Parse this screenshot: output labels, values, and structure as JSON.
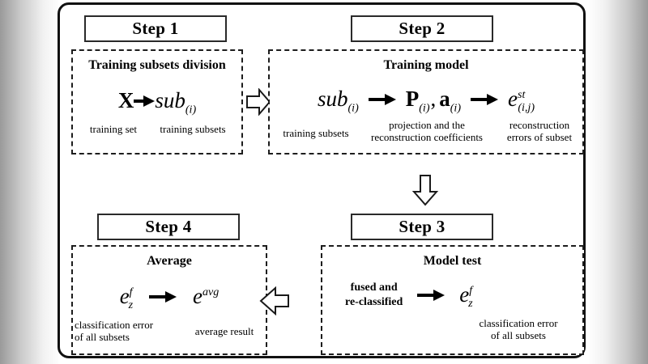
{
  "diagram": {
    "title": "Four-step training and classification flowchart",
    "steps": [
      {
        "id": "step1",
        "header": "Step 1",
        "panel_title": "Training subsets division",
        "formula": [
          {
            "kind": "symbol",
            "base": "X",
            "style": "bold-roman",
            "sup": "",
            "sub": ""
          },
          {
            "kind": "arrow",
            "direction": "right",
            "style": "solid"
          },
          {
            "kind": "symbol",
            "base": "sub",
            "style": "italic",
            "sup": "",
            "sub": "(i)"
          }
        ],
        "captions": [
          "training set",
          "training subsets"
        ]
      },
      {
        "id": "step2",
        "header": "Step 2",
        "panel_title": "Training model",
        "formula": [
          {
            "kind": "symbol",
            "base": "sub",
            "style": "italic",
            "sup": "",
            "sub": "(i)"
          },
          {
            "kind": "arrow",
            "direction": "right",
            "style": "solid"
          },
          {
            "kind": "symbol",
            "base": "P",
            "style": "bold-roman",
            "sup": "",
            "sub": "(i)"
          },
          {
            "kind": "separator",
            "text": ","
          },
          {
            "kind": "symbol",
            "base": "a",
            "style": "bold-roman",
            "sup": "",
            "sub": "(i)"
          },
          {
            "kind": "arrow",
            "direction": "right",
            "style": "solid"
          },
          {
            "kind": "symbol",
            "base": "e",
            "style": "italic",
            "sup": "st",
            "sub": "(i,j)"
          }
        ],
        "captions": [
          "training subsets",
          "projection and the\nreconstruction coefficients",
          "reconstruction\nerrors of subset"
        ]
      },
      {
        "id": "step3",
        "header": "Step 3",
        "panel_title": "Model test",
        "formula": [
          {
            "kind": "text",
            "base": "fused and\nre-classified",
            "style": "bold"
          },
          {
            "kind": "arrow",
            "direction": "right",
            "style": "solid"
          },
          {
            "kind": "symbol",
            "base": "e",
            "style": "italic",
            "sup": "f",
            "sub": "z"
          }
        ],
        "captions": [
          "classification error\nof all subsets"
        ]
      },
      {
        "id": "step4",
        "header": "Step 4",
        "panel_title": "Average",
        "formula": [
          {
            "kind": "symbol",
            "base": "e",
            "style": "italic",
            "sup": "f",
            "sub": "z"
          },
          {
            "kind": "arrow",
            "direction": "right",
            "style": "solid"
          },
          {
            "kind": "symbol",
            "base": "e",
            "style": "italic",
            "sup": "avg",
            "sub": ""
          }
        ],
        "captions": [
          "classification error\nof all subsets",
          "average result"
        ]
      }
    ],
    "flow_arrows": [
      {
        "id": "arrow-step1-to-step2",
        "direction": "right",
        "style": "hollow"
      },
      {
        "id": "arrow-step2-to-step3",
        "direction": "down",
        "style": "hollow"
      },
      {
        "id": "arrow-step3-to-step4",
        "direction": "left",
        "style": "hollow"
      }
    ],
    "text": {
      "step1_header": "Step 1",
      "step2_header": "Step 2",
      "step3_header": "Step 3",
      "step4_header": "Step 4",
      "step1_panel_title": "Training subsets division",
      "step2_panel_title": "Training model",
      "step3_panel_title": "Model test",
      "step4_panel_title": "Average",
      "step1_caption_left": "training set",
      "step1_caption_right": "training subsets",
      "step2_caption_left": "training subsets",
      "step2_caption_mid_line1": "projection and the",
      "step2_caption_mid_line2": "reconstruction coefficients",
      "step2_caption_right_line1": "reconstruction",
      "step2_caption_right_line2": "errors of subset",
      "step3_label_line1": "fused and",
      "step3_label_line2": "re-classified",
      "step3_caption_line1": "classification error",
      "step3_caption_line2": "of all subsets",
      "step4_caption_line1": "classification error",
      "step4_caption_line2": "of all subsets",
      "step4_caption_right": "average result",
      "sym_X": "X",
      "sym_sub": "sub",
      "sym_sub_i": "(i)",
      "sym_P": "P",
      "sym_comma": ",",
      "sym_a": "a",
      "sym_e": "e",
      "sym_sup_st": "st",
      "sym_sub_ij": "(i,j)",
      "sym_sup_f": "f",
      "sym_sub_z": "z",
      "sym_sup_avg": "avg"
    },
    "colors": {
      "ink": "#000000",
      "frame_border": "#111111",
      "dashed_border": "#1d1d1d",
      "background": "#ffffff",
      "letterbox": "#9a9a9a"
    }
  }
}
